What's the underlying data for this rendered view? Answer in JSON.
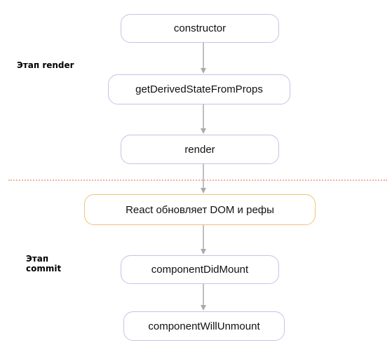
{
  "phases": {
    "render_label": "Этап render",
    "commit_label_line1": "Этап",
    "commit_label_line2": "commit"
  },
  "nodes": [
    {
      "id": "constructor",
      "label": "constructor"
    },
    {
      "id": "getDerivedStateFromProps",
      "label": "getDerivedStateFromProps"
    },
    {
      "id": "render",
      "label": "render"
    },
    {
      "id": "react-updates-dom",
      "label": "React обновляет DOM и рефы"
    },
    {
      "id": "componentDidMount",
      "label": "componentDidMount"
    },
    {
      "id": "componentWillUnmount",
      "label": "componentWillUnmount"
    }
  ],
  "colors": {
    "node_border": "#c8c2ea",
    "highlight_border": "#f0c37a",
    "arrow": "#aaaaaa",
    "divider": "#f1b49a"
  }
}
